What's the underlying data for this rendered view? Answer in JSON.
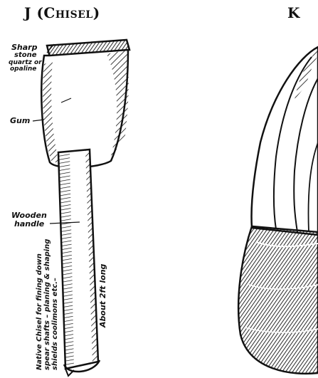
{
  "figures": {
    "j": {
      "letter": "J",
      "name": "(Chisel)"
    },
    "k": {
      "letter": "K"
    }
  },
  "annotations": {
    "sharp_stone": [
      "Sharp",
      "stone",
      "quartz or",
      "opaline"
    ],
    "gum": "Gum",
    "wooden_handle": [
      "Wooden",
      "handle"
    ],
    "length": "About 2ft long",
    "description": [
      "Native Chisel for fining down",
      "spear shafts – planing & shaping",
      "shields coolimons etc.–"
    ]
  }
}
